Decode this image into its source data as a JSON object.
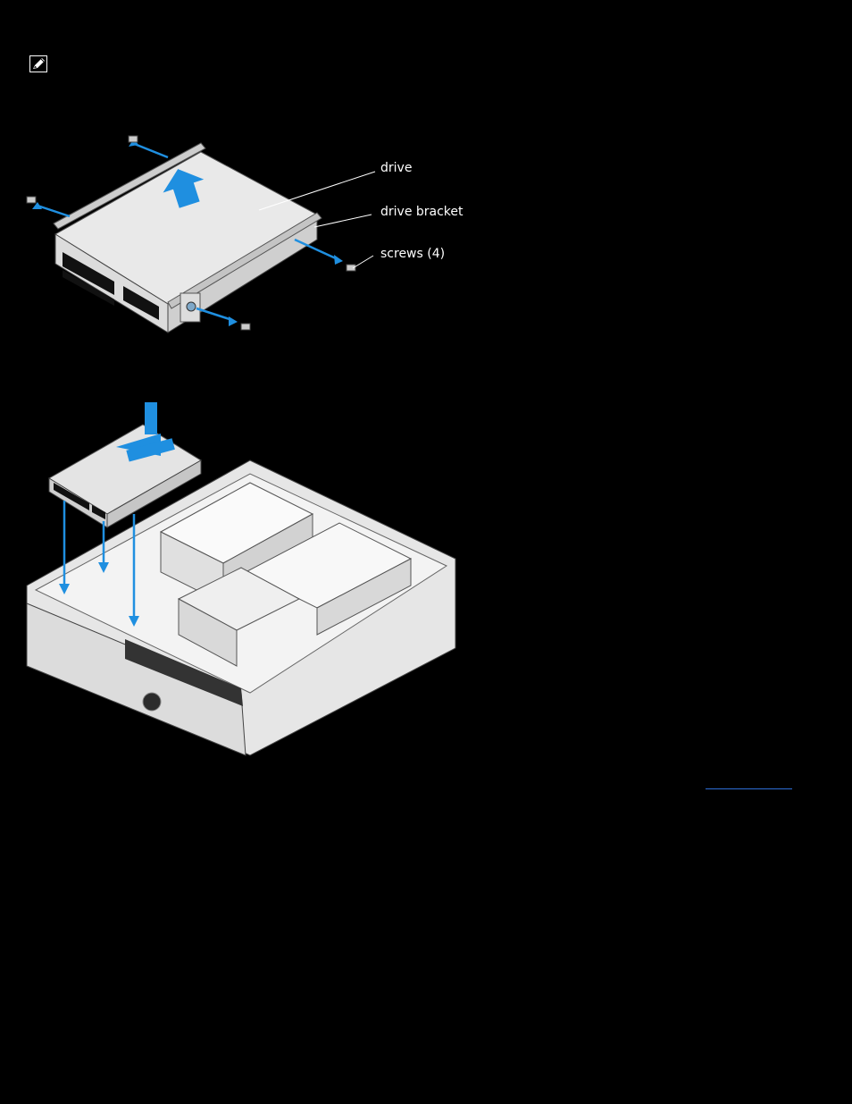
{
  "note": {
    "icon": "note-pencil-icon"
  },
  "figure1": {
    "callouts": {
      "drive": "drive",
      "bracket": "drive bracket",
      "screws": "screws (4)"
    }
  },
  "figure2": {
    "icon": "chassis-install-illustration"
  },
  "link": {
    "text": ""
  },
  "colors": {
    "background": "#000000",
    "arrow": "#1f8fe0",
    "link": "#2d6dd6",
    "drive_body": "#e7e7e7"
  }
}
